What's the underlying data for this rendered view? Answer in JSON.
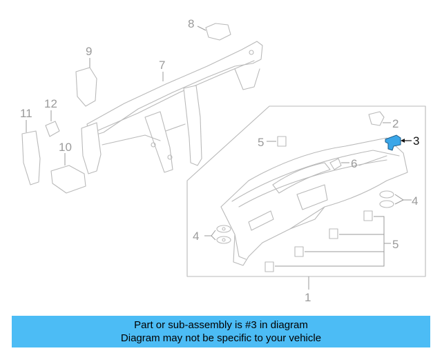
{
  "callouts": {
    "c1": "1",
    "c2": "2",
    "c3": "3",
    "c4a": "4",
    "c4b": "4",
    "c5a": "5",
    "c5b": "5",
    "c6": "6",
    "c7": "7",
    "c8": "8",
    "c9": "9",
    "c10": "10",
    "c11": "11",
    "c12": "12"
  },
  "highlighted_part": "3",
  "colors": {
    "banner_bg": "#4cbcf5",
    "highlight_part": "#3aa6e8",
    "line_gray": "#b9b9b9"
  },
  "banner": {
    "line1": "Part or sub-assembly is #3 in diagram",
    "line2": "Diagram may not be specific to your vehicle"
  }
}
